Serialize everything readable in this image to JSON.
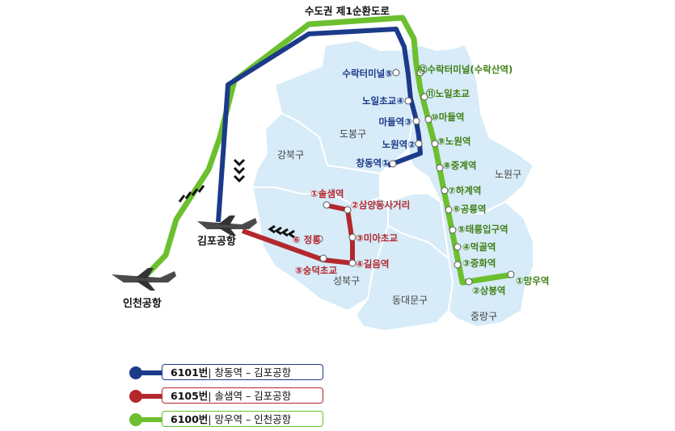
{
  "route_labels": {
    "ring_road": "수도권 제1순환도로",
    "gimpo_airport": "김포공항",
    "incheon_airport": "인천공항"
  },
  "districts": [
    "강북구",
    "도봉구",
    "노원구",
    "성북구",
    "동대문구",
    "중랑구"
  ],
  "lines": {
    "blue": {
      "color": "#1c3a8a",
      "stops": [
        "수락터미널⑤",
        "노일초교④",
        "마들역③",
        "노원역②",
        "창동역①"
      ]
    },
    "red": {
      "color": "#b3282d",
      "stops": [
        "①솔샘역",
        "②삼양동사거리",
        "③미아초교",
        "④길음역",
        "⑤숭덕초교",
        "⑥ 정릉"
      ]
    },
    "green": {
      "color": "#6cbf2e",
      "stops": [
        "⑫수락터미널(수락산역)",
        "⑪노일초교",
        "⑩마들역",
        "⑨노원역",
        "⑧중계역",
        "⑦하계역",
        "⑥공릉역",
        "⑤태릉입구역",
        "④먹골역",
        "③중화역",
        "②상봉역",
        "①망우역"
      ]
    }
  },
  "legend": [
    {
      "number": "6101번",
      "route": "| 창동역 – 김포공항",
      "color": "#1c3a8a"
    },
    {
      "number": "6105번",
      "route": "| 솔샘역 – 김포공항",
      "color": "#b3282d"
    },
    {
      "number": "6100번",
      "route": "| 망우역 – 인천공항",
      "color": "#6cbf2e"
    }
  ]
}
